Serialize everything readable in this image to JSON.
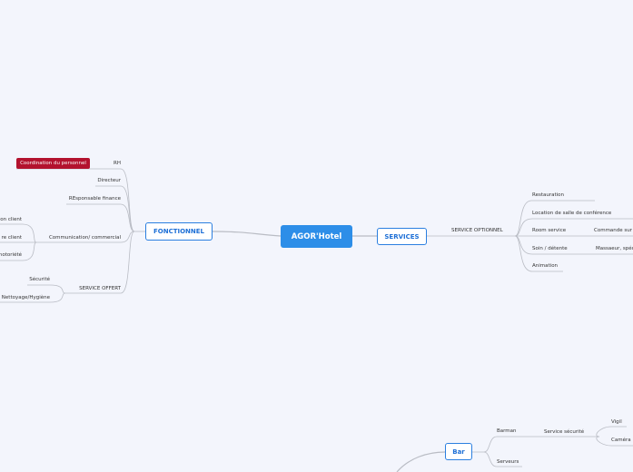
{
  "central": "AGOR'Hotel",
  "colors": {
    "central": "#2d8ee8",
    "badge": "#b3122e",
    "background": "#f3f5fc"
  },
  "fonctionnel": {
    "label": "FONCTIONNEL",
    "rh": "RH",
    "rh_child": "Coordination du personnel",
    "directeur": "Directeur",
    "finance": "REsponsable finance",
    "communication": "Communication/ commercial",
    "comm_children": [
      "on client",
      "re client",
      "notoriété"
    ],
    "service_offert": "SERVICE OFFERT",
    "offert_children": [
      "Sécurité",
      "Nettoyage/Hygiène"
    ]
  },
  "services": {
    "label": "SERVICES",
    "optionnel": "SERVICE OPTIONNEL",
    "children": [
      "Restauration",
      "Location de salle de conférence",
      "Room service",
      "Soin / détente",
      "Animation"
    ],
    "room_child": "Commande sur",
    "soin_child": "Massaeur, spéci"
  },
  "bar": {
    "label": "Bar",
    "barman": "Barman",
    "securite": "Service sécurité",
    "securite_children": [
      "Vigil",
      "Caméra"
    ],
    "serveurs": "Serveurs"
  }
}
